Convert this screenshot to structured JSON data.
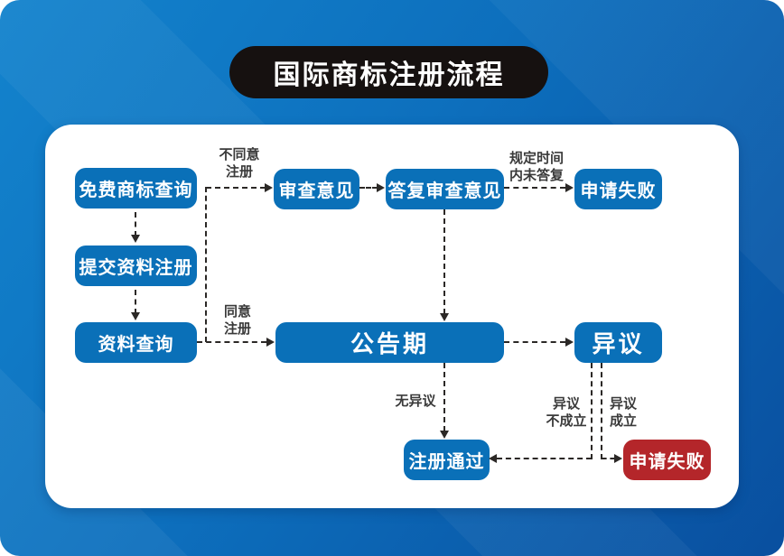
{
  "title": "国际商标注册流程",
  "colors": {
    "background_top": "#1383cd",
    "background_mid": "#0d6fbd",
    "background_bottom": "#094f9f",
    "card": "#ffffff",
    "banner": "#161110",
    "node_blue": "#0a70b8",
    "node_red": "#b4262a",
    "connector": "#2b2826",
    "edge_label_text": "#3a3a3a"
  },
  "nodes": {
    "free_search": {
      "label": "免费商标查询"
    },
    "submit": {
      "label": "提交资料注册"
    },
    "inquiry": {
      "label": "资料查询"
    },
    "review": {
      "label": "审查意见"
    },
    "reply": {
      "label": "答复审查意见"
    },
    "fail_top": {
      "label": "申请失败"
    },
    "announce": {
      "label": "公告期"
    },
    "objection": {
      "label": "异议"
    },
    "registered": {
      "label": "注册通过"
    },
    "fail_bottom": {
      "label": "申请失败"
    }
  },
  "edge_labels": {
    "disagree_register": "不同意\n注册",
    "agree_register": "同意\n注册",
    "no_reply_in_time": "规定时间\n内未答复",
    "no_objection": "无异议",
    "objection_not_established": "异议\n不成立",
    "objection_established": "异议\n成立"
  }
}
